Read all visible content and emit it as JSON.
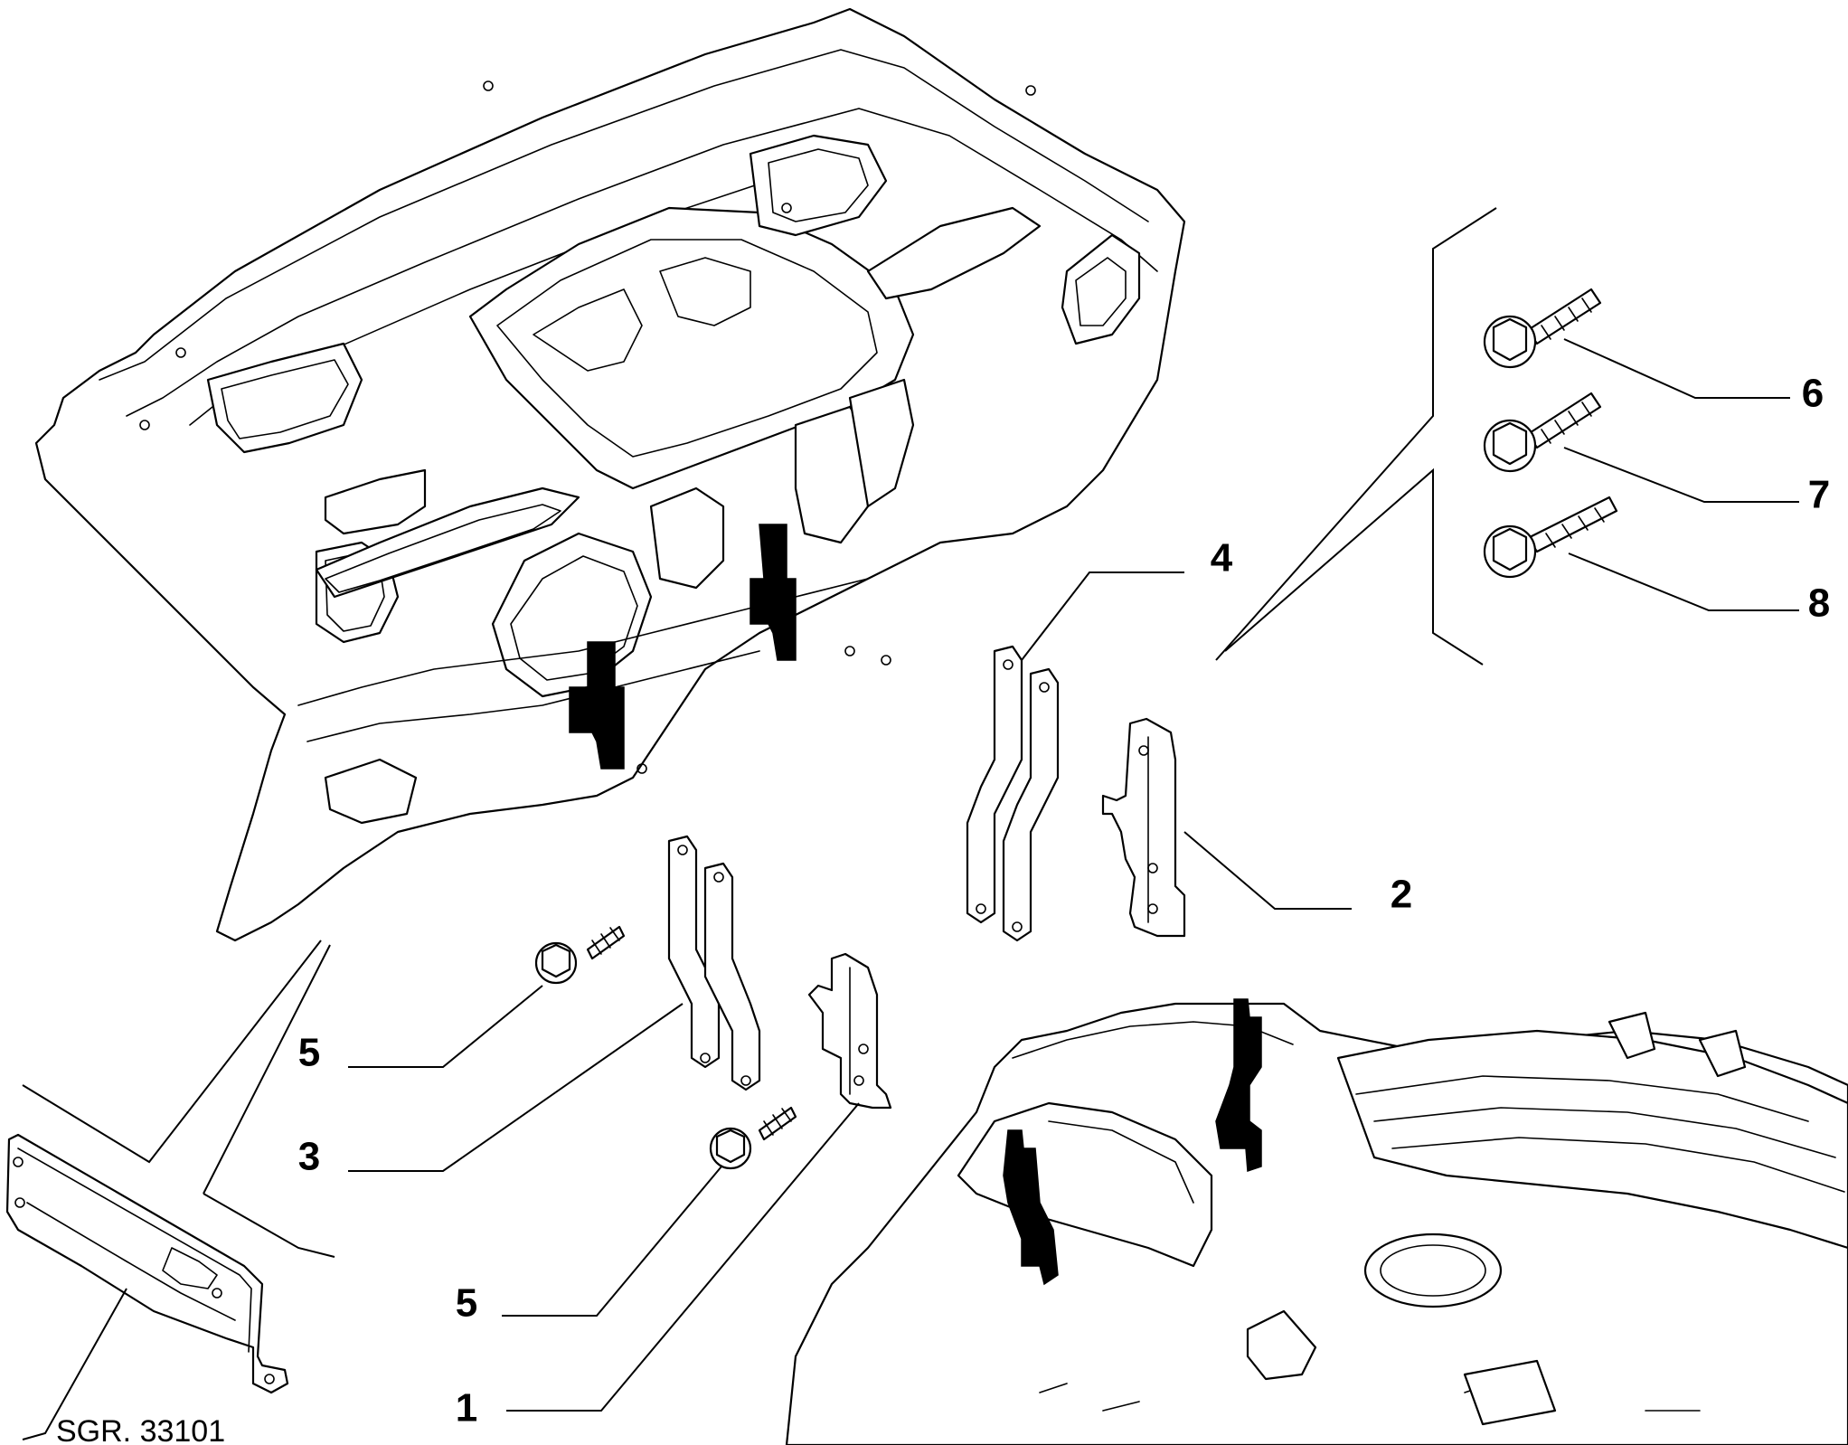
{
  "diagram": {
    "reference": "SGR. 33101",
    "callouts": [
      {
        "id": "c1",
        "label": "1"
      },
      {
        "id": "c2",
        "label": "2"
      },
      {
        "id": "c3",
        "label": "3"
      },
      {
        "id": "c4",
        "label": "4"
      },
      {
        "id": "c5a",
        "label": "5"
      },
      {
        "id": "c5b",
        "label": "5"
      },
      {
        "id": "c6",
        "label": "6"
      },
      {
        "id": "c7",
        "label": "7"
      },
      {
        "id": "c8",
        "label": "8"
      }
    ]
  }
}
